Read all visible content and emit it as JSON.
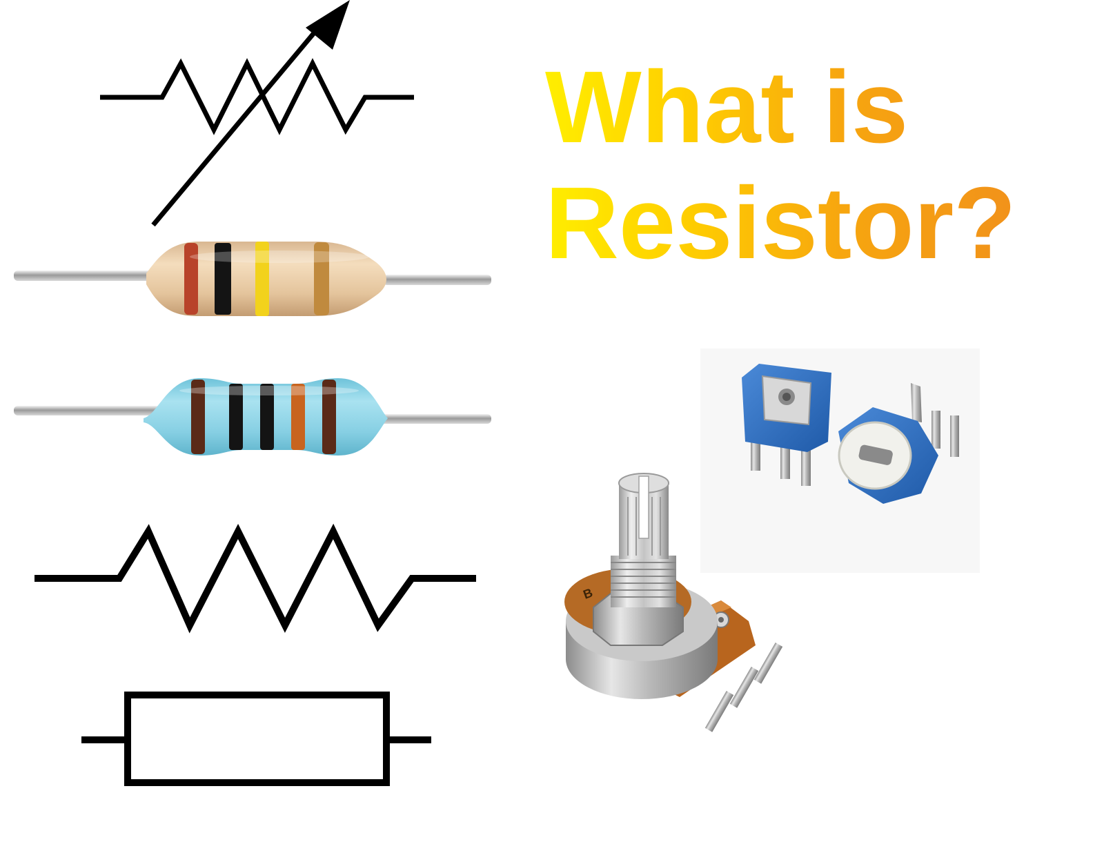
{
  "title": {
    "line1": "What is",
    "line2": "Resistor?"
  },
  "colors": {
    "title_gradient_start": "#ffee00",
    "title_gradient_end": "#ef8a1f",
    "symbol_stroke": "#000000",
    "resistor1_body": "#e8cfa8",
    "resistor2_body": "#8fd3e6",
    "trimmer_blue": "#2f6fc0",
    "pot_pcb": "#b8651e"
  },
  "resistor1_bands": [
    "#b8432a",
    "#111111",
    "#f2d21c",
    "#c08a3e"
  ],
  "resistor2_bands": [
    "#5a2a18",
    "#111111",
    "#111111",
    "#c8641f",
    "#5a2a18"
  ],
  "pot": {
    "marking": "B"
  }
}
